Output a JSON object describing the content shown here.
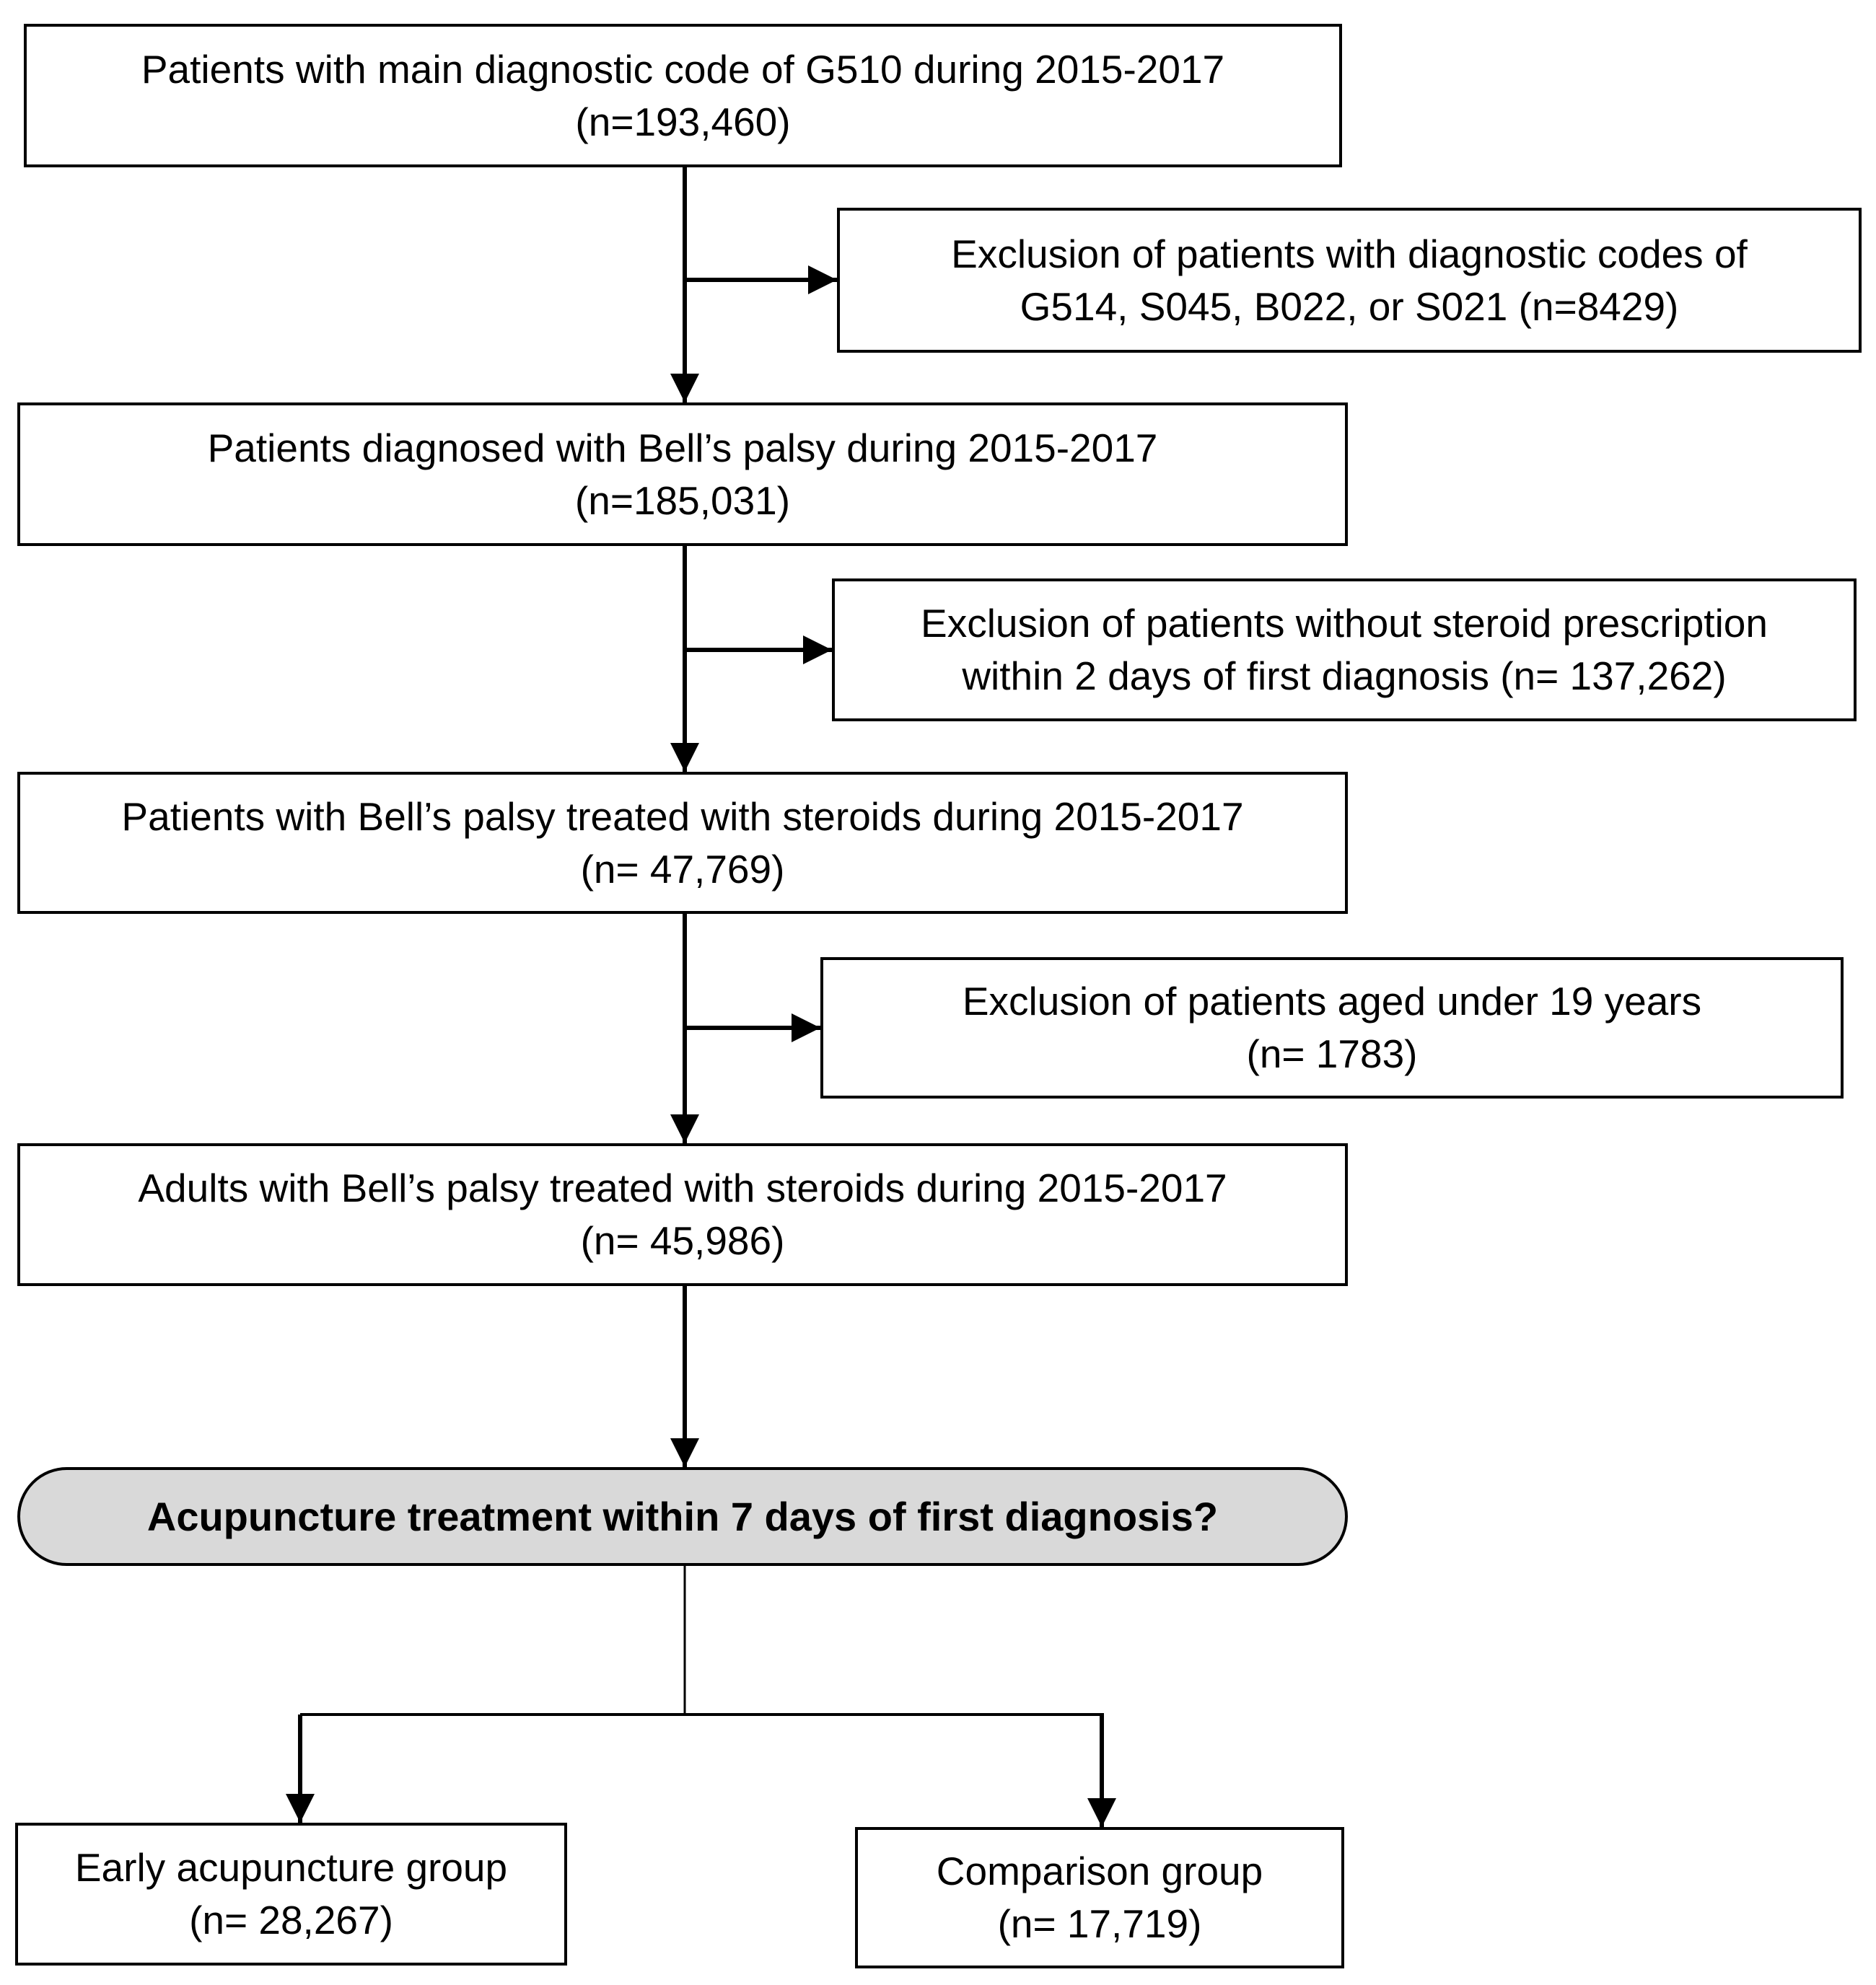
{
  "boxes": {
    "initial": {
      "line1": "Patients with main diagnostic code of G510 during 2015-2017",
      "line2": "(n=193,460)"
    },
    "exclusion1": {
      "line1": "Exclusion of patients with diagnostic codes of",
      "line2": "G514, S045, B022, or S021 (n=8429)"
    },
    "bells_palsy": {
      "line1": "Patients diagnosed with Bell’s palsy during 2015-2017",
      "line2": "(n=185,031)"
    },
    "exclusion2": {
      "line1": "Exclusion of patients without steroid prescription",
      "line2": "within 2 days of first diagnosis (n= 137,262)"
    },
    "steroids": {
      "line1": "Patients with Bell’s palsy treated with steroids during 2015-2017",
      "line2": "(n= 47,769)"
    },
    "exclusion3": {
      "line1": "Exclusion of patients aged under 19 years",
      "line2": "(n= 1783)"
    },
    "adults": {
      "line1": "Adults with Bell’s palsy treated with steroids during 2015-2017",
      "line2": "(n= 45,986)"
    },
    "decision": {
      "label": "Acupuncture treatment within 7 days of first diagnosis?"
    },
    "early_group": {
      "line1": "Early acupuncture group",
      "line2": "(n= 28,267)"
    },
    "comparison_group": {
      "line1": "Comparison group",
      "line2": "(n= 17,719)"
    }
  }
}
